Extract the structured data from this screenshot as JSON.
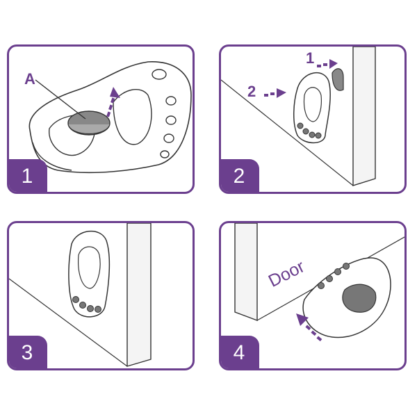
{
  "colors": {
    "accent": "#6b3f8e",
    "line": "#333333",
    "pad": "#888888"
  },
  "icons": [
    "foot-stopper",
    "dashed-arrow",
    "door-panel"
  ],
  "steps": [
    {
      "number": "1",
      "label": "A"
    },
    {
      "number": "2",
      "arrow_labels": [
        "1",
        "2"
      ]
    },
    {
      "number": "3"
    },
    {
      "number": "4",
      "door_label": "Door"
    }
  ]
}
